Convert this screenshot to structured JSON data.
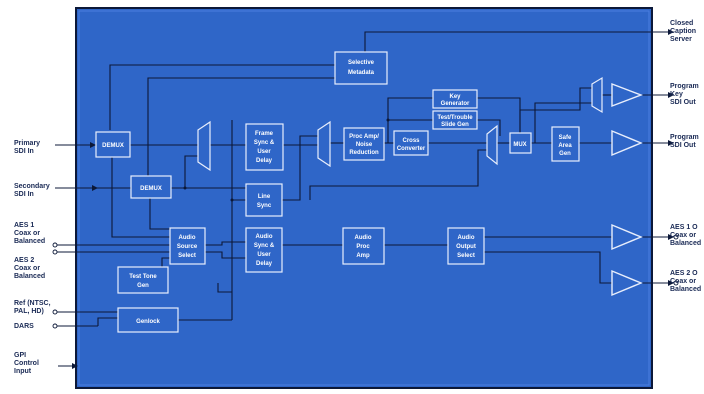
{
  "inputs": {
    "primary_sdi": "Primary\nSDI In",
    "secondary_sdi": "Secondary\nSDI In",
    "aes1": "AES 1\nCoax or\nBalanced",
    "aes2": "AES 2\nCoax or\nBalanced",
    "ref": "Ref (NTSC,\nPAL, HD)",
    "dars": "DARS",
    "gpi": "GPI\nControl\nInput"
  },
  "outputs": {
    "closed_caption": "Closed\nCaption\nServer",
    "program_key": "Program\nKey\nSDI Out",
    "program_sdi": "Program\nSDI Out",
    "aes1_out": "AES 1 O\nCoax or\nBalanced",
    "aes2_out": "AES 2 O\nCoax or\nBalanced"
  },
  "blocks": {
    "demux1": "DEMUX",
    "demux2": "DEMUX",
    "selective_metadata": [
      "Selective",
      "Metadata"
    ],
    "frame_sync": [
      "Frame",
      "Sync &",
      "User",
      "Delay"
    ],
    "line_sync": [
      "Line",
      "Sync"
    ],
    "proc_amp": [
      "Proc Amp/",
      "Noise",
      "Reduction"
    ],
    "cross_converter": [
      "Cross",
      "Converter"
    ],
    "key_generator": [
      "Key",
      "Generator"
    ],
    "test_trouble": [
      "Test/Trouble",
      "Slide Gen"
    ],
    "mux": "MUX",
    "safe_area": [
      "Safe",
      "Area",
      "Gen"
    ],
    "audio_source_select": [
      "Audio",
      "Source",
      "Select"
    ],
    "audio_sync": [
      "Audio",
      "Sync &",
      "User",
      "Delay"
    ],
    "audio_proc_amp": [
      "Audio",
      "Proc",
      "Amp"
    ],
    "audio_output_select": [
      "Audio",
      "Output",
      "Select"
    ],
    "test_tone": [
      "Test Tone",
      "Gen"
    ],
    "genlock": "Genlock"
  },
  "colors": {
    "panel": "#2f66c8",
    "panel_border": "#0c1838",
    "block_text": "#ffffff",
    "line": "#0c1838",
    "label_text": "#1a2a55"
  }
}
